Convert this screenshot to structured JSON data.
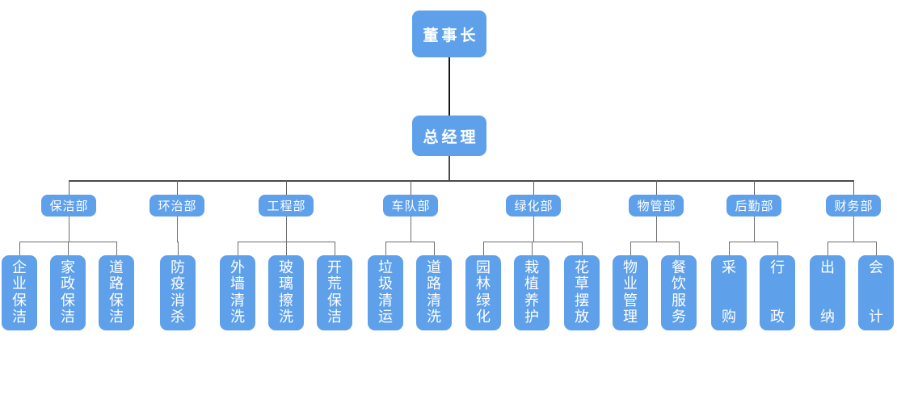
{
  "org": {
    "chairman": "董事长",
    "general_manager": "总经理",
    "departments": [
      {
        "label": "保洁部",
        "children": [
          "企业保洁",
          "家政保洁",
          "道路保洁"
        ]
      },
      {
        "label": "环治部",
        "children": [
          "防疫消杀"
        ]
      },
      {
        "label": "工程部",
        "children": [
          "外墙清洗",
          "玻璃擦洗",
          "开荒保洁"
        ]
      },
      {
        "label": "车队部",
        "children": [
          "垃圾清运",
          "道路清洗"
        ]
      },
      {
        "label": "绿化部",
        "children": [
          "园林绿化",
          "栽植养护",
          "花草摆放"
        ]
      },
      {
        "label": "物管部",
        "children": [
          "物业管理",
          "餐饮服务"
        ]
      },
      {
        "label": "后勤部",
        "children": [
          "采购",
          "行政"
        ]
      },
      {
        "label": "财务部",
        "children": [
          "出纳",
          "会计"
        ]
      }
    ]
  },
  "style": {
    "node_color": "#5fa0eb",
    "text_color": "#ffffff",
    "background": "#ffffff",
    "trunk_line_color": "#161616",
    "main_line_color": "#4a4a4a",
    "stub_line_color": "#5c5c5c",
    "branch_line_color": "#6e6e6e"
  }
}
